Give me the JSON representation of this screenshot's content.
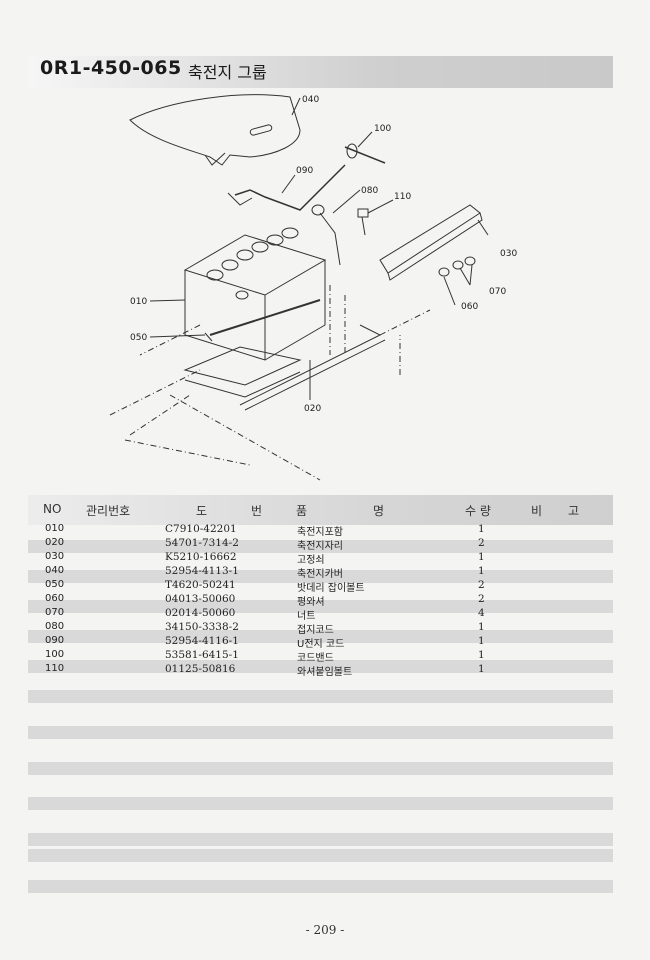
{
  "header": {
    "code": "0R1-450-065",
    "title": "축전지 그룹"
  },
  "diagram": {
    "callouts": [
      "040",
      "100",
      "090",
      "080",
      "110",
      "030",
      "070",
      "060",
      "010",
      "050",
      "020"
    ]
  },
  "table": {
    "headers": {
      "no": "NO",
      "mgmt": "관리번호",
      "drawing1": "도",
      "drawing2": "번",
      "name1": "품",
      "name2": "명",
      "qty": "수 량",
      "remark1": "비",
      "remark2": "고"
    },
    "rows": [
      {
        "no": "010",
        "part": "C7910-42201",
        "name": "축전지포함",
        "qty": "1"
      },
      {
        "no": "020",
        "part": "54701-7314-2",
        "name": "축전지자리",
        "qty": "2"
      },
      {
        "no": "030",
        "part": "K5210-16662",
        "name": "고정쇠",
        "qty": "1"
      },
      {
        "no": "040",
        "part": "52954-4113-1",
        "name": "축전지카버",
        "qty": "1"
      },
      {
        "no": "050",
        "part": "T4620-50241",
        "name": "밧데리 잡이볼트",
        "qty": "2"
      },
      {
        "no": "060",
        "part": "04013-50060",
        "name": "평와셔",
        "qty": "2"
      },
      {
        "no": "070",
        "part": "02014-50060",
        "name": "너트",
        "qty": "4"
      },
      {
        "no": "080",
        "part": "34150-3338-2",
        "name": "접지코드",
        "qty": "1"
      },
      {
        "no": "090",
        "part": "52954-4116-1",
        "name": "U전지 코드",
        "qty": "1"
      },
      {
        "no": "100",
        "part": "53581-6415-1",
        "name": "코드밴드",
        "qty": "1"
      },
      {
        "no": "110",
        "part": "01125-50816",
        "name": "와셔붙임볼트",
        "qty": "1"
      }
    ]
  },
  "footer": {
    "page_number": "- 209 -"
  }
}
